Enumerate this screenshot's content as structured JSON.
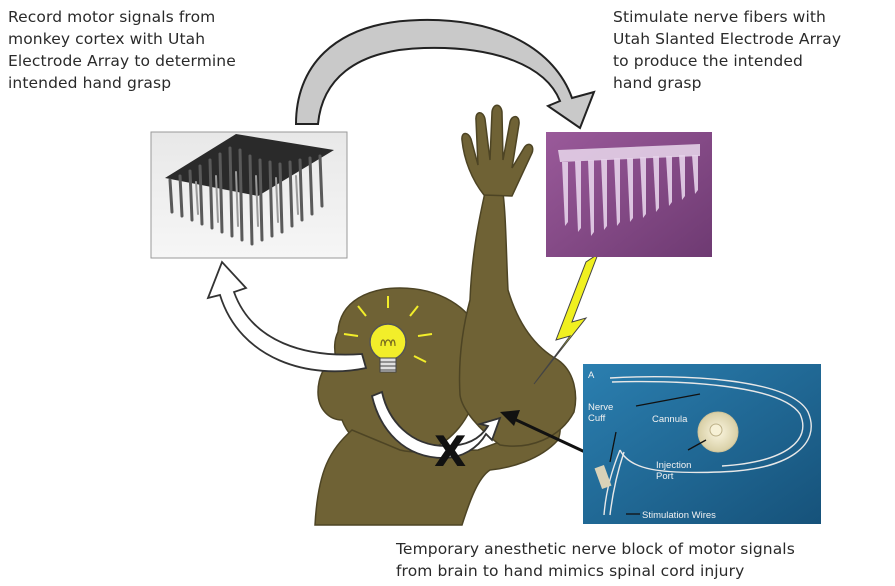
{
  "captions": {
    "record": "Record motor signals from\nmonkey cortex with Utah\nElectrode Array to determine\nintended hand grasp",
    "stimulate": "Stimulate nerve fibers with\nUtah Slanted Electrode Array\nto produce the intended\nhand grasp",
    "nerve_block": "Temporary anesthetic nerve block of motor signals\nfrom brain to hand mimics spinal cord injury"
  },
  "cuff_photo": {
    "panel_letter": "A",
    "labels": {
      "nerve_cuff": "Nerve\nCuff",
      "cannula": "Cannula",
      "injection_port": "Injection\nPort",
      "stimulation_wires": "Stimulation Wires"
    }
  },
  "block_mark": "X",
  "colors": {
    "monkey": "#6f6235",
    "arrow_fill": "#c9c9c9",
    "bulb": "#f2ee2a",
    "lightning": "#f0f020",
    "purple_photo": "#8a4e8c",
    "blue_photo": "#1f6f9f"
  }
}
